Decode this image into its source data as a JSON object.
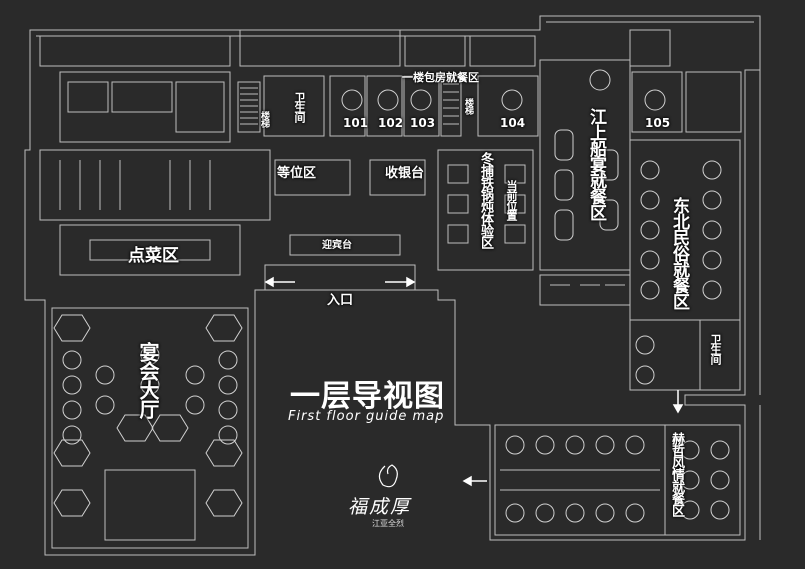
{
  "map": {
    "title": "一层导视图",
    "subtitle": "First floor guide map",
    "brand": {
      "name": "福成厚",
      "tagline": "江亚全烈"
    },
    "labels": {
      "private_rooms_area": "一楼包房就餐区",
      "restroom_top": "卫生间",
      "stairs_left": "楼梯",
      "stairs_right": "楼梯",
      "waiting_area": "等位区",
      "cashier": "收银台",
      "ordering_area": "点菜区",
      "reception": "迎宾台",
      "entrance": "入口",
      "ice_fishing": "冬捕铁锅炖体验区",
      "current_position": "当前位置",
      "river_boat": "江上船宴就餐区",
      "northeast_folk": "东北民俗就餐区",
      "restroom_right": "卫生间",
      "banquet_hall": "宴会大厅",
      "hezhe_area": "赫哲风情就餐区"
    },
    "rooms": [
      "101",
      "102",
      "103",
      "104",
      "105"
    ]
  },
  "colors": {
    "background": "#2a2a2a",
    "lines": "#bdbdbd",
    "text": "#ffffff"
  }
}
